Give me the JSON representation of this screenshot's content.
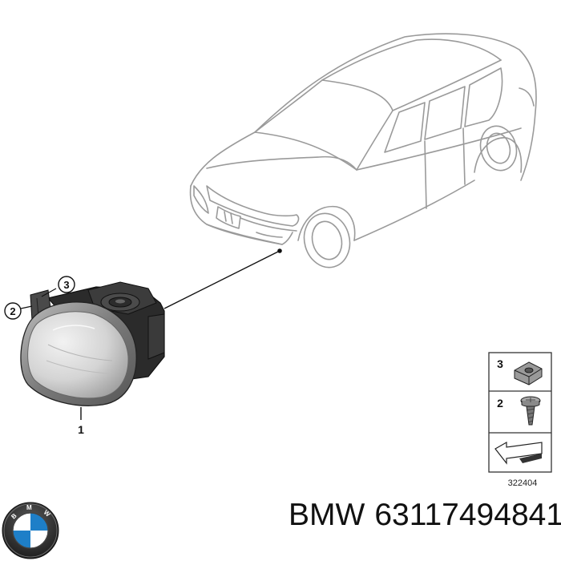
{
  "callouts": {
    "part1": "1",
    "part2": "2",
    "part3": "3"
  },
  "legend": {
    "item3_number": "3",
    "item2_number": "2",
    "diagram_number": "322404"
  },
  "caption": {
    "brand": "BMW",
    "part_number": "63117494841"
  },
  "logo": {
    "icon": "bmw-roundel-logo",
    "lettering": "BMW"
  },
  "colors": {
    "logo_blue": "#1e7fc8",
    "logo_black": "#1a1a1a",
    "line": "#222222",
    "car_outline": "#9a9a9a"
  }
}
